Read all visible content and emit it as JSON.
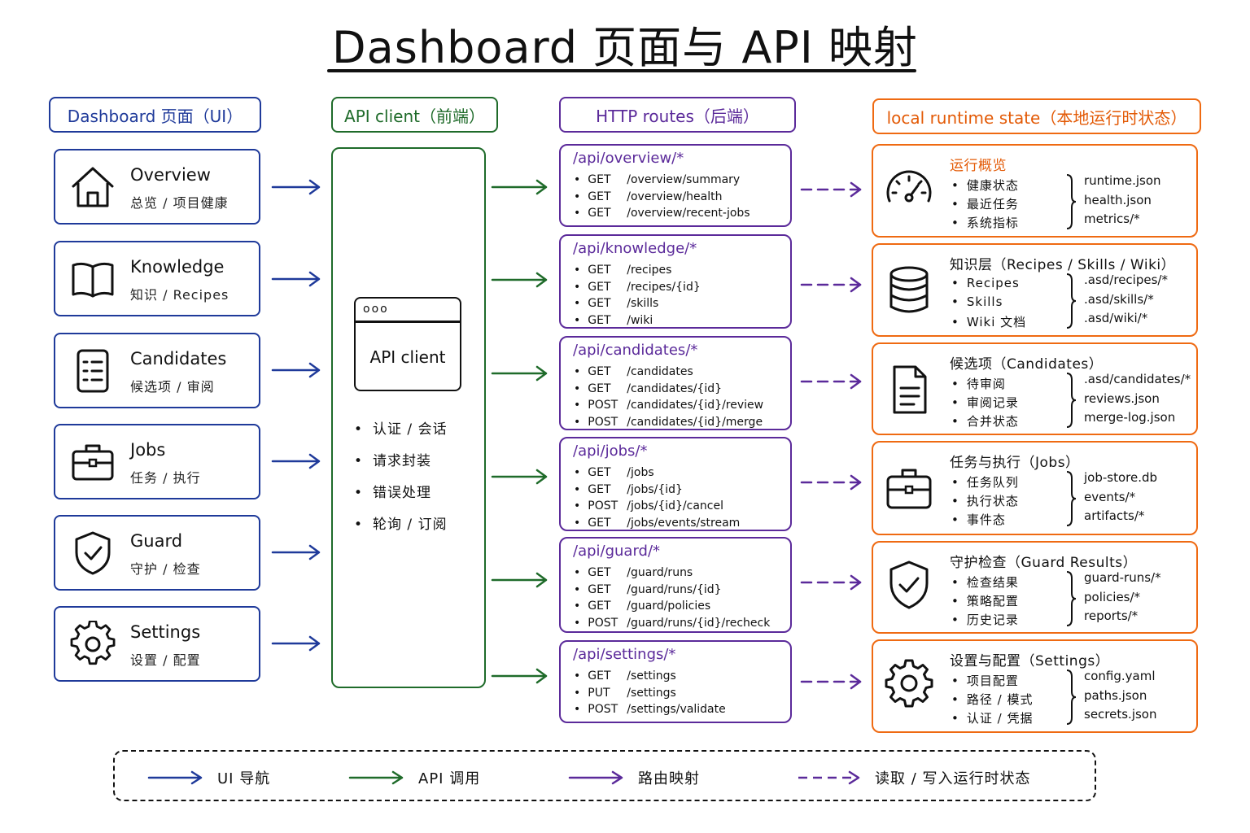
{
  "title": "Dashboard 页面与 API 映射",
  "colors": {
    "ui": "#1f3a9a",
    "api": "#1f6b2a",
    "routes": "#5b2a9a",
    "state": "#ef6a12"
  },
  "headers": {
    "ui": "Dashboard 页面（UI）",
    "api": "API client（前端）",
    "routes": "HTTP routes（后端）",
    "state": "local runtime state（本地运行时状态）"
  },
  "ui_pages": [
    {
      "title": "Overview",
      "subtitle": "总览 / 项目健康",
      "icon": "home-icon"
    },
    {
      "title": "Knowledge",
      "subtitle": "知识 / Recipes",
      "icon": "book-icon"
    },
    {
      "title": "Candidates",
      "subtitle": "候选项 / 审阅",
      "icon": "checklist-icon"
    },
    {
      "title": "Jobs",
      "subtitle": "任务 / 执行",
      "icon": "briefcase-icon"
    },
    {
      "title": "Guard",
      "subtitle": "守护 / 检查",
      "icon": "shield-check-icon"
    },
    {
      "title": "Settings",
      "subtitle": "设置 / 配置",
      "icon": "gear-icon"
    }
  ],
  "api_client": {
    "window_label": "API client",
    "window_dots": "ooo",
    "features": [
      "认证 / 会话",
      "请求封装",
      "错误处理",
      "轮询 / 订阅"
    ]
  },
  "routes": [
    {
      "prefix": "/api/overview/*",
      "endpoints": [
        {
          "method": "GET",
          "path": "/overview/summary"
        },
        {
          "method": "GET",
          "path": "/overview/health"
        },
        {
          "method": "GET",
          "path": "/overview/recent-jobs"
        }
      ]
    },
    {
      "prefix": "/api/knowledge/*",
      "endpoints": [
        {
          "method": "GET",
          "path": "/recipes"
        },
        {
          "method": "GET",
          "path": "/recipes/{id}"
        },
        {
          "method": "GET",
          "path": "/skills"
        },
        {
          "method": "GET",
          "path": "/wiki"
        }
      ]
    },
    {
      "prefix": "/api/candidates/*",
      "endpoints": [
        {
          "method": "GET",
          "path": "/candidates"
        },
        {
          "method": "GET",
          "path": "/candidates/{id}"
        },
        {
          "method": "POST",
          "path": "/candidates/{id}/review"
        },
        {
          "method": "POST",
          "path": "/candidates/{id}/merge"
        }
      ]
    },
    {
      "prefix": "/api/jobs/*",
      "endpoints": [
        {
          "method": "GET",
          "path": "/jobs"
        },
        {
          "method": "GET",
          "path": "/jobs/{id}"
        },
        {
          "method": "POST",
          "path": "/jobs/{id}/cancel"
        },
        {
          "method": "GET",
          "path": "/jobs/events/stream"
        }
      ]
    },
    {
      "prefix": "/api/guard/*",
      "endpoints": [
        {
          "method": "GET",
          "path": "/guard/runs"
        },
        {
          "method": "GET",
          "path": "/guard/runs/{id}"
        },
        {
          "method": "GET",
          "path": "/guard/policies"
        },
        {
          "method": "POST",
          "path": "/guard/runs/{id}/recheck"
        }
      ]
    },
    {
      "prefix": "/api/settings/*",
      "endpoints": [
        {
          "method": "GET",
          "path": "/settings"
        },
        {
          "method": "PUT",
          "path": "/settings"
        },
        {
          "method": "POST",
          "path": "/settings/validate"
        }
      ]
    }
  ],
  "states": [
    {
      "title": "运行概览",
      "icon": "gauge-icon",
      "items": [
        "健康状态",
        "最近任务",
        "系统指标"
      ],
      "files": [
        "runtime.json",
        "health.json",
        "metrics/*"
      ]
    },
    {
      "title": "知识层（Recipes / Skills / Wiki）",
      "icon": "database-icon",
      "items": [
        "Recipes",
        "Skills",
        "Wiki 文档"
      ],
      "files": [
        ".asd/recipes/*",
        ".asd/skills/*",
        ".asd/wiki/*"
      ]
    },
    {
      "title": "候选项（Candidates）",
      "icon": "document-icon",
      "items": [
        "待审阅",
        "审阅记录",
        "合并状态"
      ],
      "files": [
        ".asd/candidates/*",
        "reviews.json",
        "merge-log.json"
      ]
    },
    {
      "title": "任务与执行（Jobs）",
      "icon": "briefcase-icon",
      "items": [
        "任务队列",
        "执行状态",
        "事件态"
      ],
      "files": [
        "job-store.db",
        "events/*",
        "artifacts/*"
      ]
    },
    {
      "title": "守护检查（Guard Results）",
      "icon": "shield-check-icon",
      "items": [
        "检查结果",
        "策略配置",
        "历史记录"
      ],
      "files": [
        "guard-runs/*",
        "policies/*",
        "reports/*"
      ]
    },
    {
      "title": "设置与配置（Settings）",
      "icon": "gear-icon",
      "items": [
        "项目配置",
        "路径 / 模式",
        "认证 / 凭据"
      ],
      "files": [
        "config.yaml",
        "paths.json",
        "secrets.json"
      ]
    }
  ],
  "legend": [
    {
      "label": "UI 导航",
      "color": "#1f3a9a",
      "style": "solid"
    },
    {
      "label": "API 调用",
      "color": "#1f6b2a",
      "style": "solid"
    },
    {
      "label": "路由映射",
      "color": "#5b2a9a",
      "style": "solid"
    },
    {
      "label": "读取 / 写入运行时状态",
      "color": "#5b2a9a",
      "style": "dashed"
    }
  ]
}
